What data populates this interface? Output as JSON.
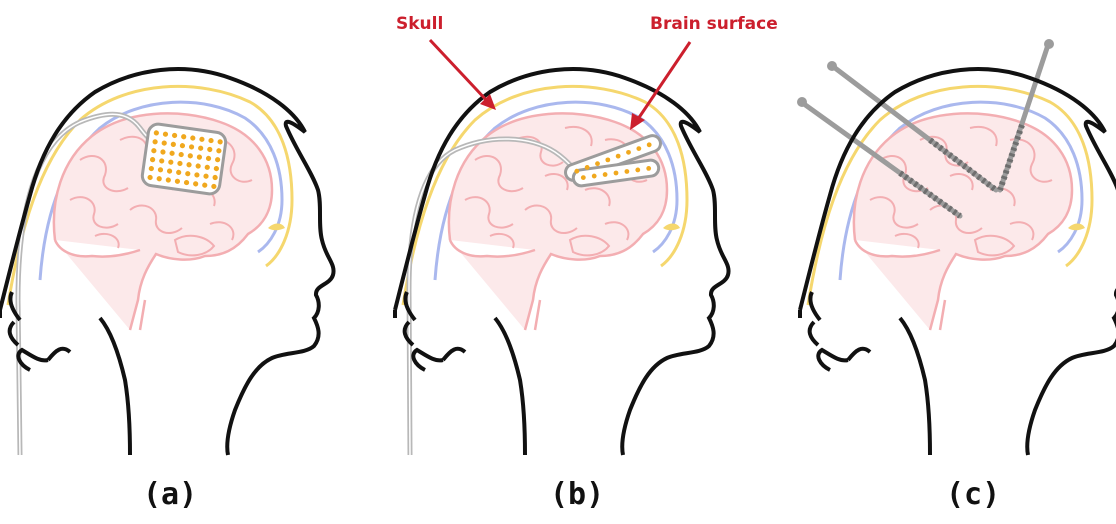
{
  "annotations": {
    "skull": "Skull",
    "brain_surface": "Brain surface"
  },
  "panels": [
    {
      "label": "(a)"
    },
    {
      "label": "(b)"
    },
    {
      "label": "(c)"
    }
  ],
  "colors": {
    "outline": "#111111",
    "skull": "#f5d76e",
    "dura": "#aab8ee",
    "brain": "#f3aeb2",
    "brain_fill": "#fce9ea",
    "electrode": "#f0a81e",
    "lead": "#b8b8b8",
    "arrow": "#cc1f2d"
  }
}
